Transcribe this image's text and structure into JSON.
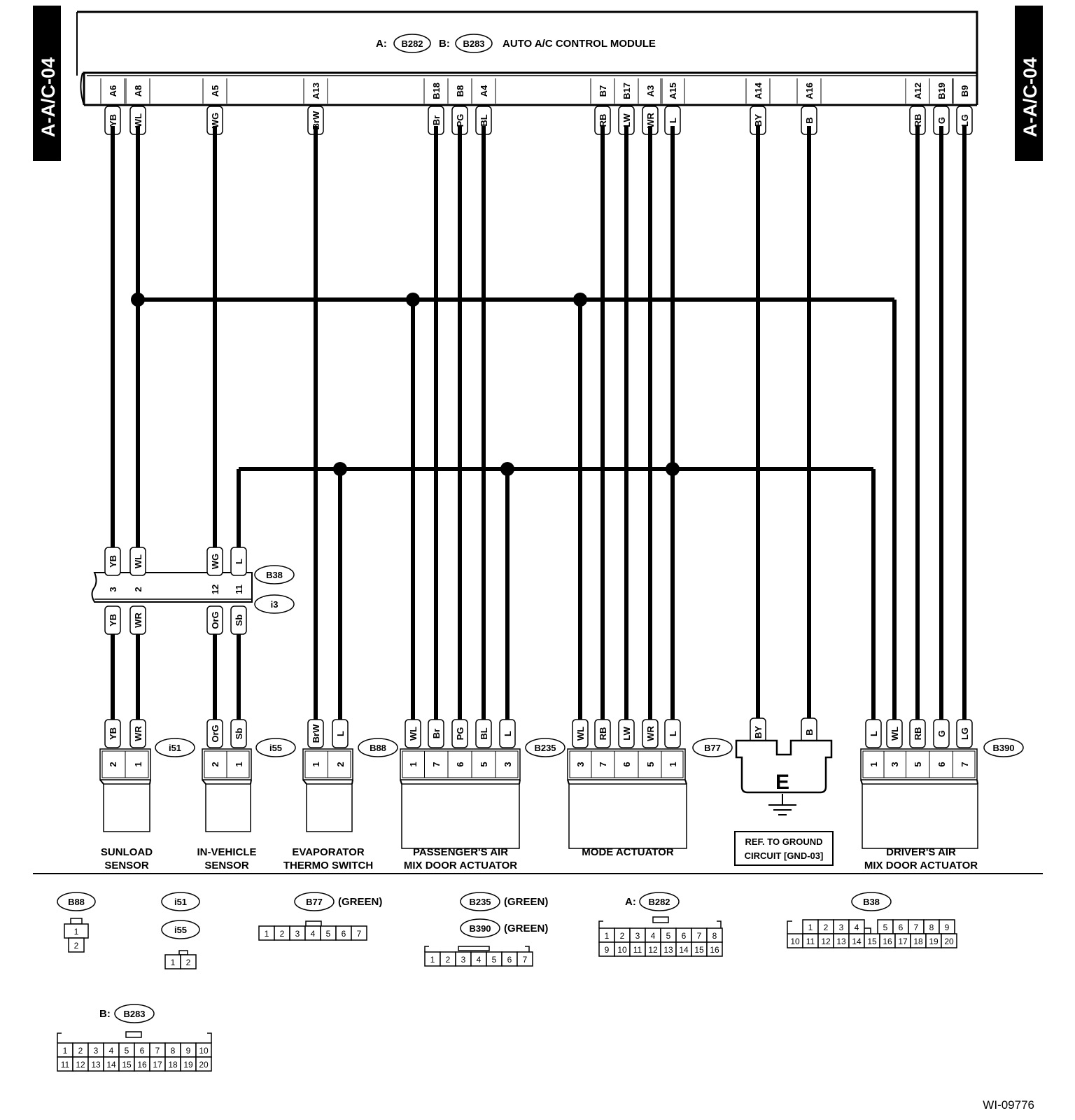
{
  "page_tag": "A-A/C-04",
  "figure_id": "WI-09776",
  "module": {
    "prefix_a": "A:",
    "connector_a": "B282",
    "prefix_b": "B:",
    "connector_b": "B283",
    "title": "AUTO A/C CONTROL MODULE"
  },
  "terminals": [
    {
      "id": "A6",
      "color": "YB"
    },
    {
      "id": "A8",
      "color": "WL"
    },
    {
      "id": "A5",
      "color": "WG"
    },
    {
      "id": "A13",
      "color": "BrW"
    },
    {
      "id": "B18",
      "color": "Br"
    },
    {
      "id": "B8",
      "color": "PG"
    },
    {
      "id": "A4",
      "color": "BL"
    },
    {
      "id": "B7",
      "color": "RB"
    },
    {
      "id": "B17",
      "color": "LW"
    },
    {
      "id": "A3",
      "color": "WR"
    },
    {
      "id": "A15",
      "color": "L"
    },
    {
      "id": "A14",
      "color": "BY"
    },
    {
      "id": "A16",
      "color": "B"
    },
    {
      "id": "A12",
      "color": "RB"
    },
    {
      "id": "B19",
      "color": "G"
    },
    {
      "id": "B9",
      "color": "LG"
    }
  ],
  "joint": {
    "connector_upper": "B38",
    "connector_lower": "i3",
    "upper_colors": [
      "YB",
      "WL",
      "WG",
      "L"
    ],
    "pins": [
      "3",
      "2",
      "12",
      "11"
    ],
    "lower_colors": [
      "YB",
      "WR",
      "OrG",
      "Sb"
    ]
  },
  "components": [
    {
      "connector": "i51",
      "label1": "SUNLOAD",
      "label2": "SENSOR",
      "colors": [
        "YB",
        "WR"
      ],
      "pins": [
        "2",
        "1"
      ]
    },
    {
      "connector": "i55",
      "label1": "IN-VEHICLE",
      "label2": "SENSOR",
      "colors": [
        "OrG",
        "Sb"
      ],
      "pins": [
        "2",
        "1"
      ]
    },
    {
      "connector": "B88",
      "label1": "EVAPORATOR",
      "label2": "THERMO SWITCH",
      "colors": [
        "BrW",
        "L"
      ],
      "pins": [
        "1",
        "2"
      ]
    },
    {
      "connector": "B235",
      "label1": "PASSENGER'S AIR",
      "label2": "MIX DOOR ACTUATOR",
      "colors": [
        "WL",
        "Br",
        "PG",
        "BL",
        "L"
      ],
      "pins": [
        "1",
        "7",
        "6",
        "5",
        "3"
      ]
    },
    {
      "connector": "B77",
      "label1": "MODE ACTUATOR",
      "label2": "",
      "colors": [
        "WL",
        "RB",
        "LW",
        "WR",
        "L"
      ],
      "pins": [
        "3",
        "7",
        "6",
        "5",
        "1"
      ]
    },
    {
      "connector": "B390",
      "label1": "DRIVER'S AIR",
      "label2": "MIX DOOR ACTUATOR",
      "colors": [
        "L",
        "WL",
        "RB",
        "G",
        "LG"
      ],
      "pins": [
        "1",
        "3",
        "5",
        "6",
        "7"
      ]
    }
  ],
  "ground": {
    "colors": [
      "BY",
      "B"
    ],
    "symbol": "E",
    "ref_line1": "REF. TO GROUND",
    "ref_line2": "CIRCUIT [GND-03]"
  },
  "legend": {
    "b88": {
      "name": "B88",
      "pins": [
        "1",
        "2"
      ]
    },
    "i51": {
      "name": "i51"
    },
    "i55": {
      "name": "i55",
      "pins": [
        "1",
        "2"
      ]
    },
    "b77": {
      "name": "B77",
      "note": "(GREEN)",
      "pins": [
        "1",
        "2",
        "3",
        "4",
        "5",
        "6",
        "7"
      ]
    },
    "b235": {
      "name": "B235",
      "note": "(GREEN)"
    },
    "b390": {
      "name": "B390",
      "note": "(GREEN)",
      "pins": [
        "1",
        "2",
        "3",
        "4",
        "5",
        "6",
        "7"
      ]
    },
    "b282": {
      "prefix": "A:",
      "name": "B282",
      "row1": [
        "1",
        "2",
        "3",
        "4",
        "5",
        "6",
        "7",
        "8"
      ],
      "row2": [
        "9",
        "10",
        "11",
        "12",
        "13",
        "14",
        "15",
        "16"
      ]
    },
    "b38": {
      "name": "B38",
      "row1": [
        "1",
        "2",
        "3",
        "4",
        "5",
        "6",
        "7",
        "8",
        "9"
      ],
      "row2": [
        "10",
        "11",
        "12",
        "13",
        "14",
        "15",
        "16",
        "17",
        "18",
        "19",
        "20"
      ]
    },
    "b283": {
      "prefix": "B:",
      "name": "B283",
      "row1": [
        "1",
        "2",
        "3",
        "4",
        "5",
        "6",
        "7",
        "8",
        "9",
        "10"
      ],
      "row2": [
        "11",
        "12",
        "13",
        "14",
        "15",
        "16",
        "17",
        "18",
        "19",
        "20"
      ]
    }
  }
}
